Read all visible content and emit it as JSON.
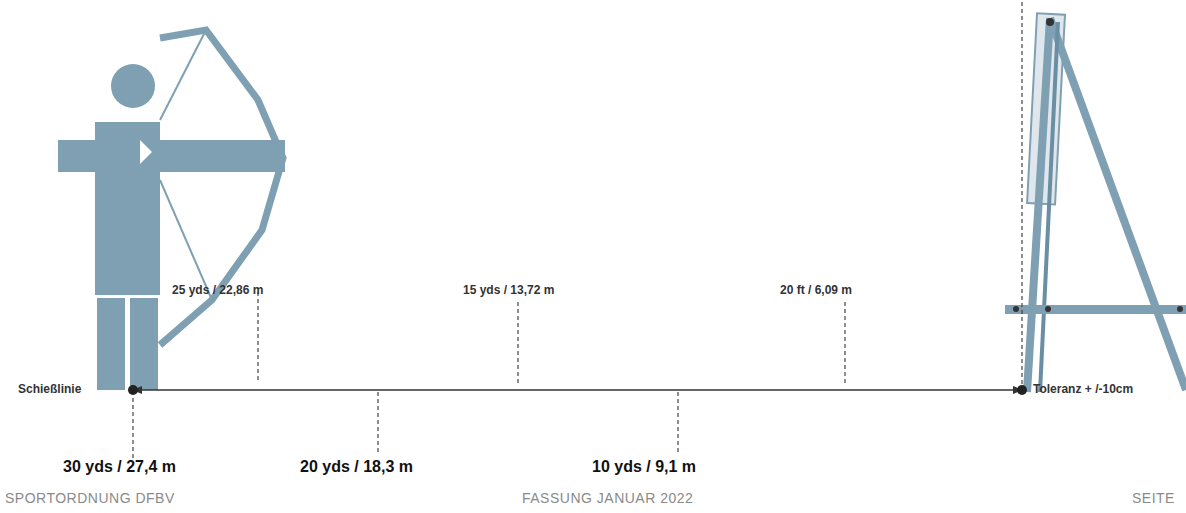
{
  "diagram": {
    "labels": [
      "25 yds / 22,86 m",
      "15 yds / 13,72 m",
      "20 ft / 6,09 m",
      "Schießlinie",
      "Toleranz + /-10cm",
      "30 yds / 27,4 m",
      "20 yds / 18,3 m",
      "10 yds / 9,1 m",
      "SPORTORDNUNG DFBV",
      "FASSUNG JANUAR 2022",
      "SEITE"
    ]
  }
}
